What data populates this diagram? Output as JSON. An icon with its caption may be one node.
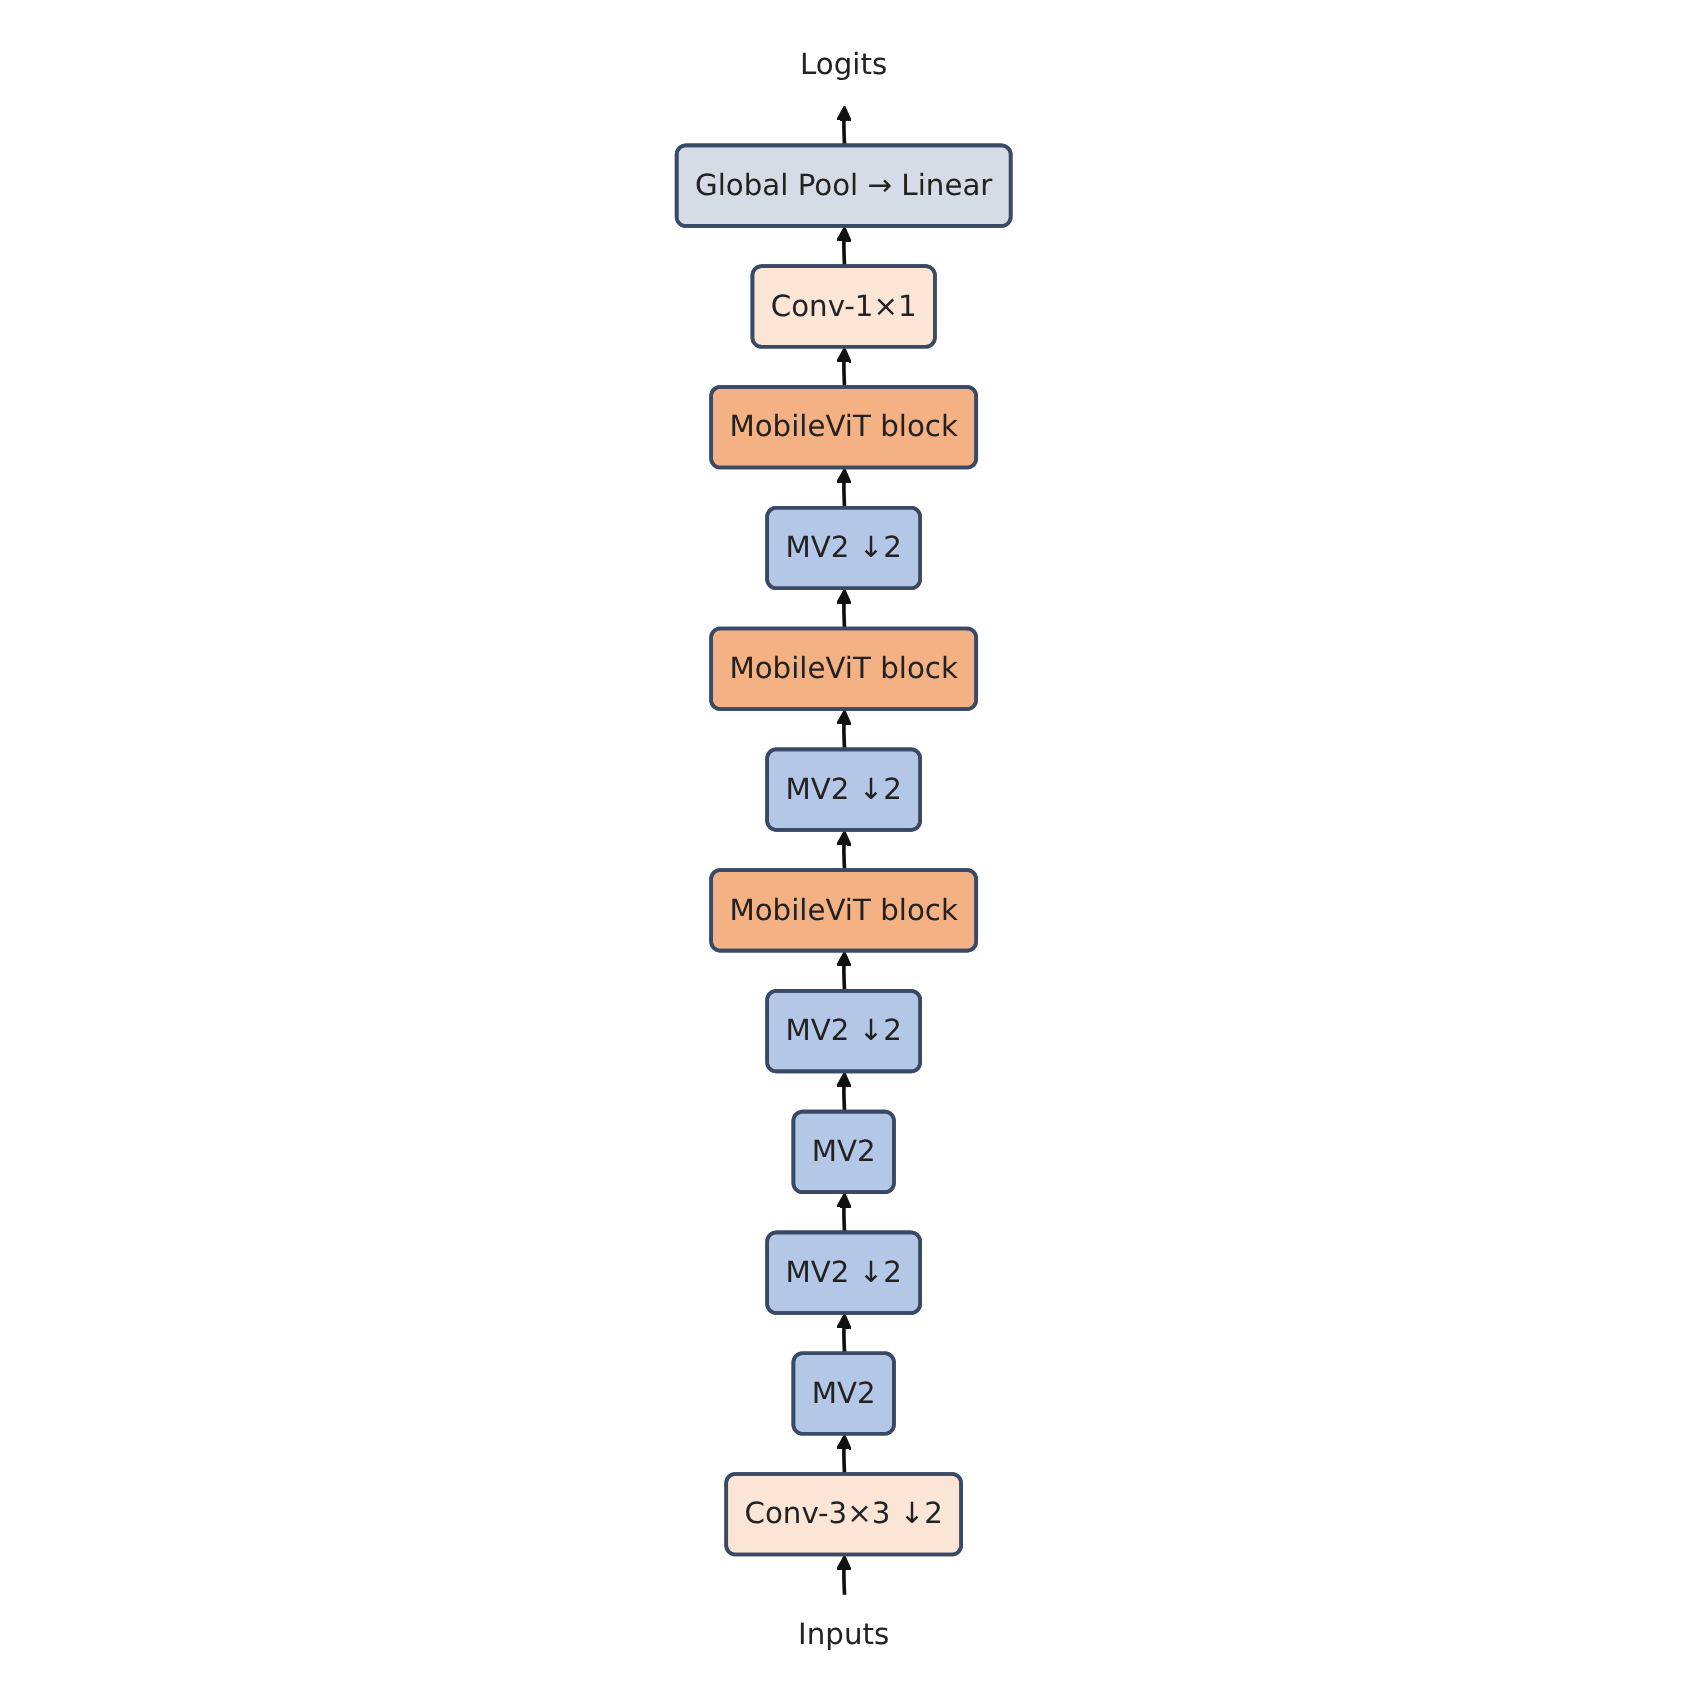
{
  "diagram": {
    "nodes": [
      {
        "text": [
          "Inputs"
        ]
      },
      {
        "text": [
          "Conv-3×3 ↓2"
        ]
      },
      {
        "text": [
          "MV2"
        ]
      },
      {
        "text": [
          "MV2 ↓2"
        ]
      },
      {
        "text": [
          "MV2"
        ]
      },
      {
        "text": [
          "MV2 ↓2"
        ]
      },
      {
        "text": [
          "MobileViT block"
        ]
      },
      {
        "text": [
          "MV2 ↓2"
        ]
      },
      {
        "text": [
          "MobileViT block"
        ]
      },
      {
        "text": [
          "MV2 ↓2"
        ]
      },
      {
        "text": [
          "MobileViT block"
        ]
      },
      {
        "text": [
          "Conv-1×1"
        ]
      },
      {
        "text": [
          "Global Pool → Linear"
        ]
      },
      {
        "text": [
          "Logits"
        ]
      }
    ],
    "edges": [
      {
        "from": 0,
        "to": 1,
        "arrow": "to"
      },
      {
        "from": 1,
        "to": 2,
        "arrow": "to"
      },
      {
        "from": 2,
        "to": 3,
        "arrow": "to"
      },
      {
        "from": 3,
        "to": 4,
        "arrow": "to"
      },
      {
        "from": 4,
        "to": 5,
        "arrow": "to"
      },
      {
        "from": 5,
        "to": 6,
        "arrow": "to"
      },
      {
        "from": 6,
        "to": 7,
        "arrow": "to"
      },
      {
        "from": 7,
        "to": 8,
        "arrow": "to"
      },
      {
        "from": 8,
        "to": 9,
        "arrow": "to"
      },
      {
        "from": 9,
        "to": 10,
        "arrow": "to"
      },
      {
        "from": 10,
        "to": 11,
        "arrow": "to"
      },
      {
        "from": 11,
        "to": 12,
        "arrow": "to"
      },
      {
        "from": 12,
        "to": 13,
        "arrow": "to"
      }
    ]
  }
}
